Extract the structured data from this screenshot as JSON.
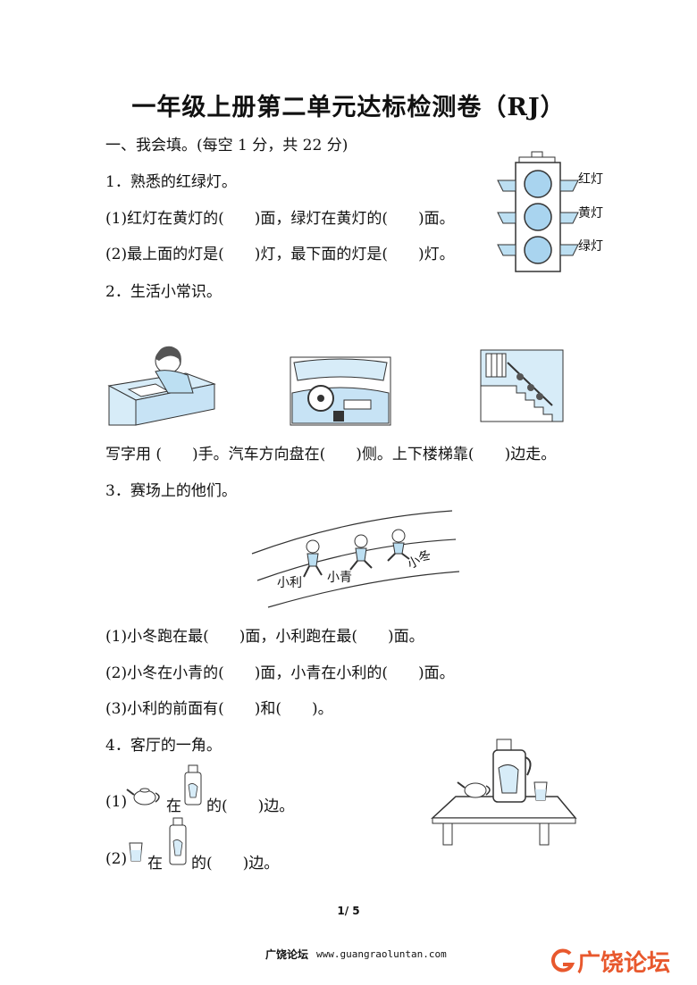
{
  "title": "一年级上册第二单元达标检测卷（RJ）",
  "section1": "一、我会填。(每空 1 分，共 22 分)",
  "q1": {
    "title": "1．熟悉的红绿灯。",
    "l1": "(1)红灯在黄灯的(　　)面，绿灯在黄灯的(　　)面。",
    "l2": "(2)最上面的灯是(　　)灯，最下面的灯是(　　)灯。",
    "light_labels": [
      "红灯",
      "黄灯",
      "绿灯"
    ]
  },
  "q2": {
    "title": "2．生活小常识。",
    "line": "写字用 (　　)手。汽车方向盘在(　　)侧。上下楼梯靠(　　)边走。"
  },
  "q3": {
    "title": "3．赛场上的他们。",
    "names": [
      "小利",
      "小青",
      "小冬"
    ],
    "l1": "(1)小冬跑在最(　　)面，小利跑在最(　　)面。",
    "l2": "(2)小冬在小青的(　　)面，小青在小利的(　　)面。",
    "l3": "(3)小利的前面有(　　)和(　　)。"
  },
  "q4": {
    "title": "4．客厅的一角。",
    "l1_prefix": "(1)",
    "l1_mid": "在",
    "l1_suffix": "的(　　)边。",
    "l2_prefix": "(2)",
    "l2_mid": "在",
    "l2_suffix": "的(　　)边。"
  },
  "page": "1/ 5",
  "footer": {
    "site_cn": "广饶论坛",
    "url": "www.guangraoluntan.com",
    "brand": "广饶论坛"
  },
  "colors": {
    "light_fill": "#a9d4ef",
    "pole": "#bcdff2",
    "brand": "#e8582d"
  }
}
